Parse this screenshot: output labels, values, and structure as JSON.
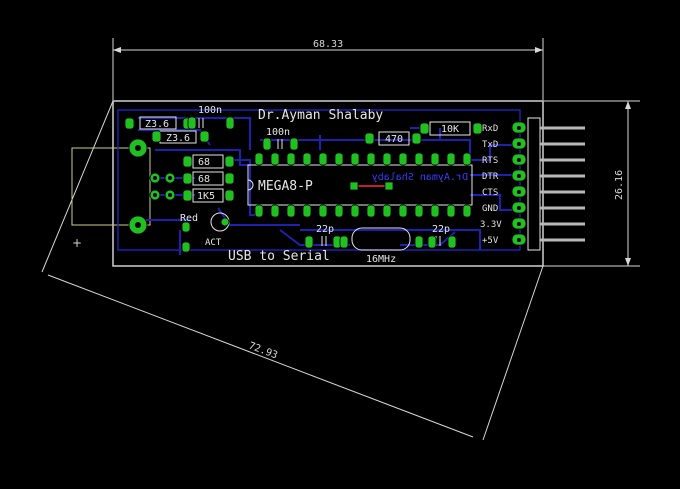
{
  "dimensions": {
    "width": "68.33",
    "height": "26.16",
    "diagonal": "72.93"
  },
  "labels": {
    "author": "Dr.Ayman Shalaby",
    "title": "USB to Serial",
    "ic": "MEGA8-P",
    "author_mirrored": "Dr.Ayman Shalaby",
    "crystal": "16MHz",
    "led_name": "Red",
    "led_function": "ACT"
  },
  "components": {
    "z1": "Z3.6",
    "z2": "Z3.6",
    "c1": "100n",
    "c2": "100n",
    "r1": "68",
    "r2": "68",
    "r3": "1K5",
    "r4": "470",
    "r5": "10K",
    "c3": "22p",
    "c4": "22p"
  },
  "connector_pins": [
    "RxD",
    "TxD",
    "RTS",
    "DTR",
    "CTS",
    "GND",
    "3.3V",
    "+5V"
  ],
  "colors": {
    "background": "#000000",
    "board_outline": "#d0d0d0",
    "bottom_copper": "#2020b0",
    "top_copper": "#c02020",
    "pads": "#20c020",
    "silkscreen": "#e6e6e6",
    "usb_outline": "#d0d080"
  }
}
